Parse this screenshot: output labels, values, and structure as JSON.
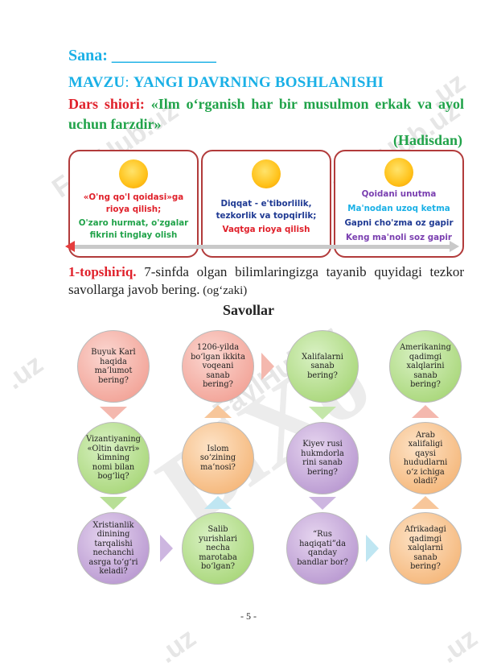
{
  "watermark": {
    "site": "FaylHub.uz",
    "short": ".uz",
    "brand": "BiXo"
  },
  "header": {
    "sana_label": "Sana: _____________",
    "mavzu_label": "MAVZU",
    "mavzu_sep": ": ",
    "mavzu_title": "YANGI DAVRNING BOSHLANISHI",
    "shior_label": "Dars shiori:",
    "shior_text": " «Ilm o‘rganish har bir musulmon erkak va ayol uchun farzdir»",
    "hadis": "(Hadisdan)"
  },
  "rules": {
    "box1": [
      "«O'ng qo'l qoidasi»ga rioya qilish;",
      "O'zaro hurmat,  o'zgalar fikrini tinglay olish"
    ],
    "box2": [
      "Diqqat - e'tiborlilik, tezkorlik va topqirlik;",
      "Vaqtga rioya qilish"
    ],
    "box3": [
      "Qoidani unutma",
      "Ma'nodan uzoq ketma",
      "Gapni cho'zma oz gapir",
      "Keng ma'noli soz gapir"
    ]
  },
  "task": {
    "label": "1-topshiriq.",
    "text": " 7-sinfda olgan bilimlaringizga tayanib quyidagi tezkor savollarga javob bering.",
    "note": " (og‘zaki)"
  },
  "questions_title": "Savollar",
  "questions": {
    "q1": "Buyuk Karl haqida ma’lumot bering?",
    "q2": "1206-yilda bo‘lgan ikkita voqeani sanab bering?",
    "q3": "Xalifalarni sanab bering?",
    "q4": "Amerikaning qadimgi xalqlarini sanab bering?",
    "q5": "Vizantiyaning «Oltin davri» kimning nomi bilan bog‘liq?",
    "q6": "Islom so‘zining ma’nosi?",
    "q7": "Kiyev rusi hukmdorla rini sanab bering?",
    "q8": "Arab xalifaligi qaysi hududlarni o‘z ichiga oladi?",
    "q9": "Xristianlik dinining tarqalishi nechanchi asrga to‘g‘ri keladi?",
    "q10": "Salib yurishlari necha marotaba bo‘lgan?",
    "q11": "“Rus haqiqati”da qanday bandlar bor?",
    "q12": "Afrikadagi qadimgi xalqlarni sanab bering?"
  },
  "page_number": "- 5 -",
  "colors": {
    "cyan": "#1ab0e6",
    "green": "#21a34a",
    "red": "#e0212b",
    "blue_dark": "#1f3a93",
    "purple": "#7a3fb0"
  }
}
